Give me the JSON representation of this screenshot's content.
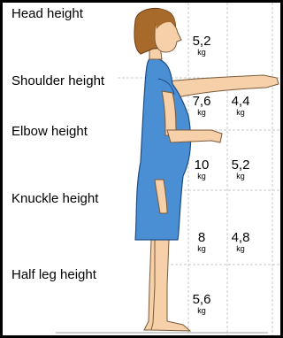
{
  "zones": [
    {
      "label": "Head height"
    },
    {
      "label": "Shoulder height"
    },
    {
      "label": "Elbow height"
    },
    {
      "label": "Knuckle height"
    },
    {
      "label": "Half leg height"
    }
  ],
  "weights": [
    {
      "value": "5,2",
      "unit": "kg"
    },
    {
      "value": "7,6",
      "unit": "kg"
    },
    {
      "value": "4,4",
      "unit": "kg"
    },
    {
      "value": "10",
      "unit": "kg"
    },
    {
      "value": "5,2",
      "unit": "kg"
    },
    {
      "value": "8",
      "unit": "kg"
    },
    {
      "value": "4,8",
      "unit": "kg"
    },
    {
      "value": "5,6",
      "unit": "kg"
    }
  ],
  "colors": {
    "dress": "#4a8fd4",
    "skin": "#f5d0a8",
    "hair": "#a86a2a",
    "grid_lines": "#c8c8c8"
  }
}
